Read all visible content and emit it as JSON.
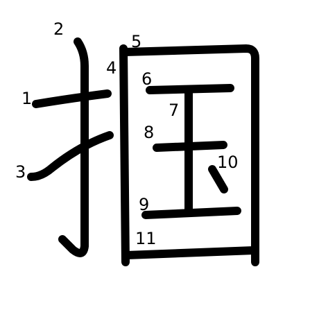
{
  "character": "掴",
  "stroke_color": "#000000",
  "background_color": "#ffffff",
  "stroke_numbers": [
    "1",
    "2",
    "3",
    "4",
    "5",
    "6",
    "7",
    "8",
    "9",
    "10",
    "11"
  ]
}
